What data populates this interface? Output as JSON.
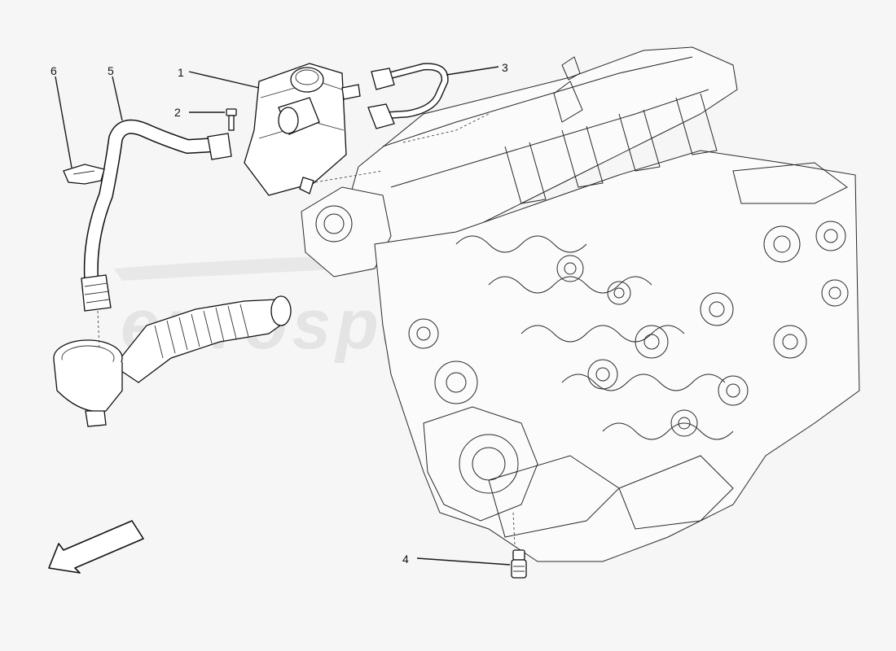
{
  "callouts": [
    {
      "number": "1",
      "part": "pressure-regulator-valve"
    },
    {
      "number": "2",
      "part": "bolt"
    },
    {
      "number": "3",
      "part": "breather-hose-short"
    },
    {
      "number": "4",
      "part": "sensor-plug"
    },
    {
      "number": "5",
      "part": "breather-hose-long"
    },
    {
      "number": "6",
      "part": "hose-clip"
    }
  ],
  "watermark": "eurospares",
  "colors": {
    "background": "#f6f6f6",
    "line": "#1a1a1a",
    "watermark": "#e4e4e4"
  },
  "icons": {
    "direction_arrow": "arrow-down-left-icon"
  }
}
